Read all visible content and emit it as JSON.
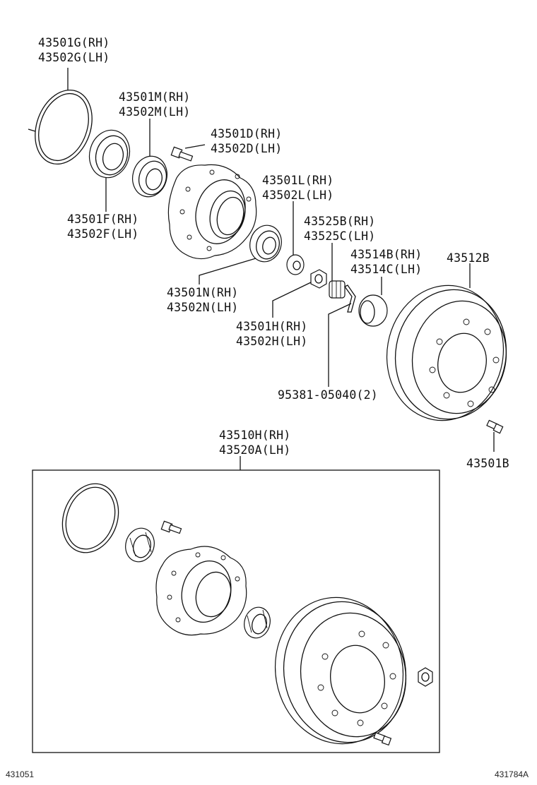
{
  "labels": {
    "p_43501G": "43501G(RH)",
    "p_43502G": "43502G(LH)",
    "p_43501M": "43501M(RH)",
    "p_43502M": "43502M(LH)",
    "p_43501D": "43501D(RH)",
    "p_43502D": "43502D(LH)",
    "p_43501L": "43501L(RH)",
    "p_43502L": "43502L(LH)",
    "p_43501F": "43501F(RH)",
    "p_43502F": "43502F(LH)",
    "p_43525B": "43525B(RH)",
    "p_43525C": "43525C(LH)",
    "p_43514B": "43514B(RH)",
    "p_43514C": "43514C(LH)",
    "p_43512B": "43512B",
    "p_43501N": "43501N(RH)",
    "p_43502N": "43502N(LH)",
    "p_43501H": "43501H(RH)",
    "p_43502H": "43502H(LH)",
    "p_95381": "95381-05040(2)",
    "p_43501B": "43501B",
    "p_43510H": "43510H(RH)",
    "p_43520A": "43520A(LH)"
  },
  "footer": {
    "left_code": "431051",
    "right_code": "431784A"
  },
  "colors": {
    "line": "#111111",
    "background": "#ffffff"
  }
}
